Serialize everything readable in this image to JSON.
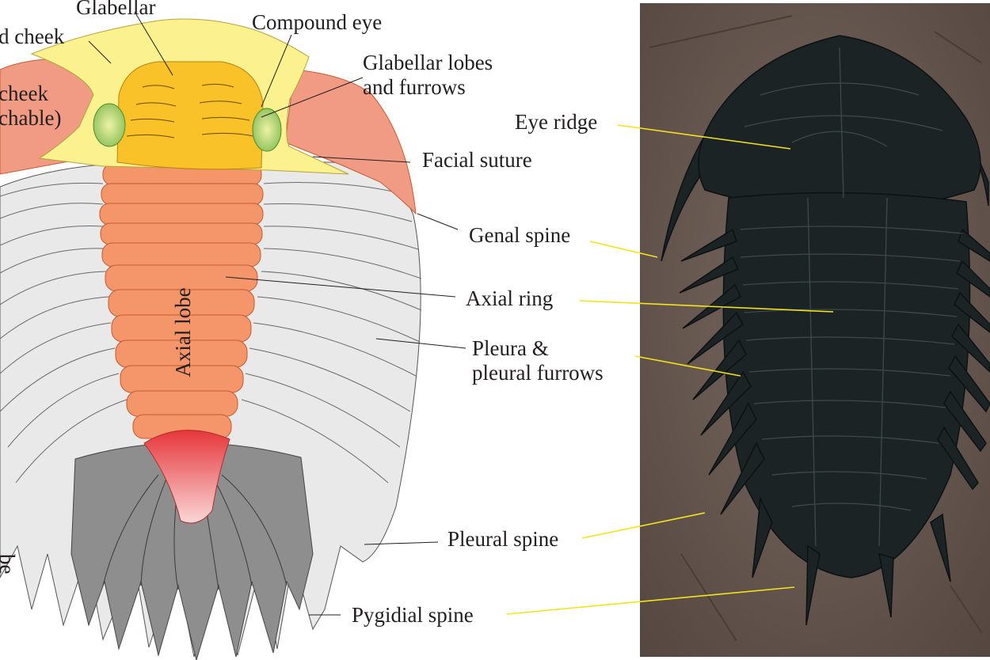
{
  "colors": {
    "pleura": "#e9e9e9",
    "pygidium": "#8e8e8e",
    "axial_lobe": "#f4956a",
    "glabella": "#f9c228",
    "fixed_cheek": "#fbf28f",
    "free_cheek": "#f29b84",
    "eye": "#8fc45d",
    "terminal_piece": "#e5363a",
    "photo_leader": "#f5e31c",
    "diagram_leader": "#231f20",
    "fossil": "#1c2324",
    "matrix": "#6b5c55"
  },
  "labels": {
    "glabellar": "Glabellar",
    "fixed_cheek": "d cheek",
    "free_cheek_1": "cheek",
    "free_cheek_2": "chable)",
    "compound_eye": "Compound eye",
    "glabellar_lobes_1": "Glabellar lobes",
    "glabellar_lobes_2": "and furrows",
    "eye_ridge": "Eye ridge",
    "facial_suture": "Facial suture",
    "genal_spine": "Genal spine",
    "axial_lobe": "Axial lobe",
    "axial_ring": "Axial ring",
    "pleura_1": "Pleura &",
    "pleura_2": "pleural furrows",
    "pleural_spine": "Pleural spine",
    "pygidial_spine": "Pygidial spine",
    "pygidium_fragment": "be"
  }
}
